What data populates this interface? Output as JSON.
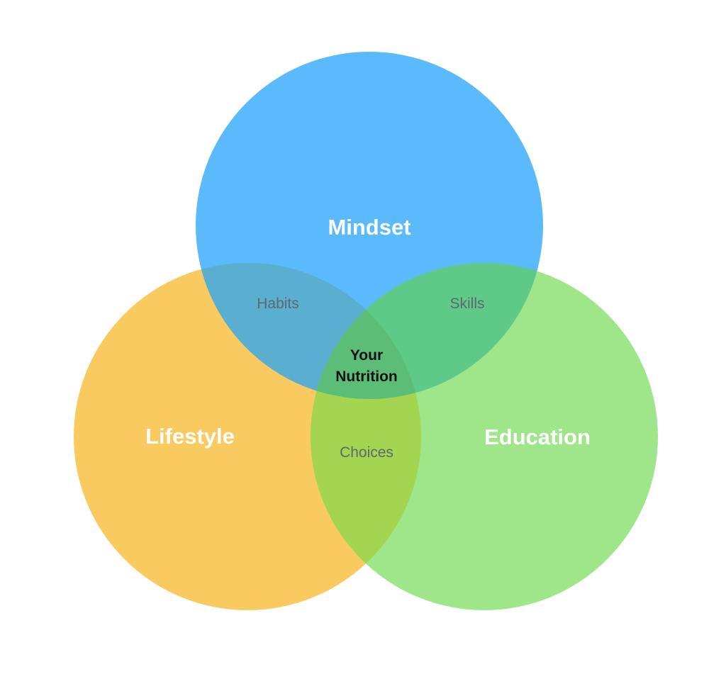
{
  "sets": [
    {
      "id": "mindset",
      "label": "Mindset",
      "color": "#5bbafc"
    },
    {
      "id": "lifestyle",
      "label": "Lifestyle",
      "color": "#f8ca60"
    },
    {
      "id": "education",
      "label": "Education",
      "color": "#9fe68a"
    }
  ],
  "overlaps": {
    "mindset_lifestyle": {
      "label": "Habits",
      "color": "#5aaed0"
    },
    "mindset_education": {
      "label": "Skills",
      "color": "#5fca88"
    },
    "lifestyle_education": {
      "label": "Choices",
      "color": "#a3d551"
    },
    "all": {
      "label_line1": "Your",
      "label_line2": "Nutrition",
      "color": "#5cbd79"
    }
  }
}
